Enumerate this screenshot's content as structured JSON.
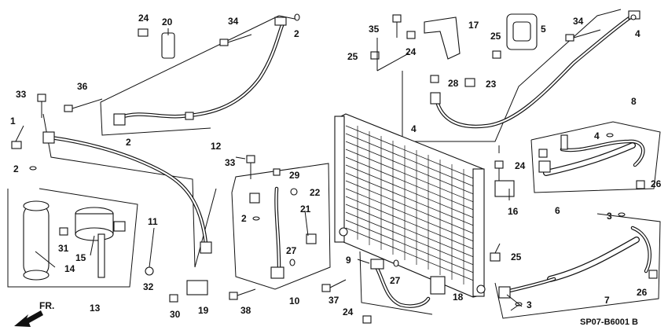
{
  "diagram_code": "SP07-B6001 B",
  "direction_label": "FR.",
  "callouts": [
    "1",
    "2",
    "3",
    "4",
    "5",
    "6",
    "7",
    "8",
    "9",
    "10",
    "11",
    "12",
    "13",
    "14",
    "15",
    "16",
    "17",
    "18",
    "19",
    "20",
    "21",
    "22",
    "23",
    "24",
    "25",
    "26",
    "27",
    "28",
    "29",
    "30",
    "31",
    "32",
    "33",
    "34",
    "35",
    "36",
    "37",
    "38"
  ]
}
